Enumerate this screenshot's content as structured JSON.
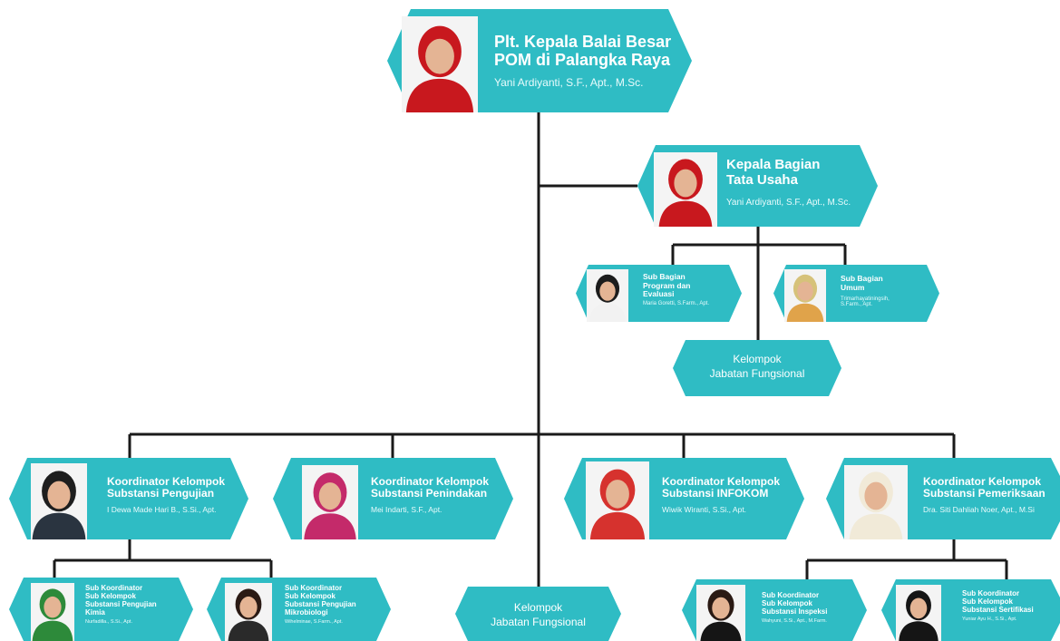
{
  "colors": {
    "teal": "#2fbcc4",
    "line": "#1a1a1a"
  },
  "nodes": {
    "head": {
      "title": [
        "Plt. Kepala Balai Besar",
        "POM di Palangka Raya"
      ],
      "name": "Yani Ardiyanti, S.F., Apt., M.Sc."
    },
    "tu": {
      "title": [
        "Kepala Bagian",
        "Tata Usaha"
      ],
      "name": "Yani Ardiyanti, S.F., Apt., M.Sc."
    },
    "sub_program": {
      "title": [
        "Sub Bagian",
        "Program dan",
        "Evaluasi"
      ],
      "name": "Maria Goretti, S.Farm., Apt."
    },
    "sub_umum": {
      "title": [
        "Sub Bagian",
        "Umum"
      ],
      "name": [
        "Trimarhayatiningsih,",
        "S.Farm., Apt."
      ]
    },
    "fungsional_1": {
      "title": [
        "Kelompok",
        "Jabatan Fungsional"
      ]
    },
    "k_pengujian": {
      "title": [
        "Koordinator Kelompok",
        "Substansi Pengujian"
      ],
      "name": "I Dewa Made Hari B., S.Si., Apt."
    },
    "k_penindakan": {
      "title": [
        "Koordinator Kelompok",
        "Substansi Penindakan"
      ],
      "name": "Mei Indarti, S.F., Apt."
    },
    "k_infokom": {
      "title": [
        "Koordinator Kelompok",
        "Substansi INFOKOM"
      ],
      "name": "Wiwik Wiranti, S.Si., Apt."
    },
    "k_pemeriksaan": {
      "title": [
        "Koordinator Kelompok",
        "Substansi Pemeriksaan"
      ],
      "name": "Dra. Siti Dahliah Noer, Apt., M.Si"
    },
    "s_kimia": {
      "title": [
        "Sub Koordinator",
        "Sub Kelompok",
        "Substansi Pengujian",
        "Kimia"
      ],
      "name": "Nurfadilla., S.Si., Apt."
    },
    "s_mikro": {
      "title": [
        "Sub Koordinator",
        "Sub Kelompok",
        "Substansi Pengujian",
        "Mikrobiologi"
      ],
      "name": "Wihelminae, S.Farm., Apt."
    },
    "fungsional_2": {
      "title": [
        "Kelompok",
        "Jabatan Fungsional"
      ]
    },
    "s_inspeksi": {
      "title": [
        "Sub Koordinator",
        "Sub Kelompok",
        "Substansi Inspeksi"
      ],
      "name": "Wahyuni, S.Si., Apt., M.Farm."
    },
    "s_sertifikasi": {
      "title": [
        "Sub Koordinator",
        "Sub Kelompok",
        "Substansi Sertifikasi"
      ],
      "name": "Yuniar Ayu H., S.Si., Apt."
    }
  }
}
